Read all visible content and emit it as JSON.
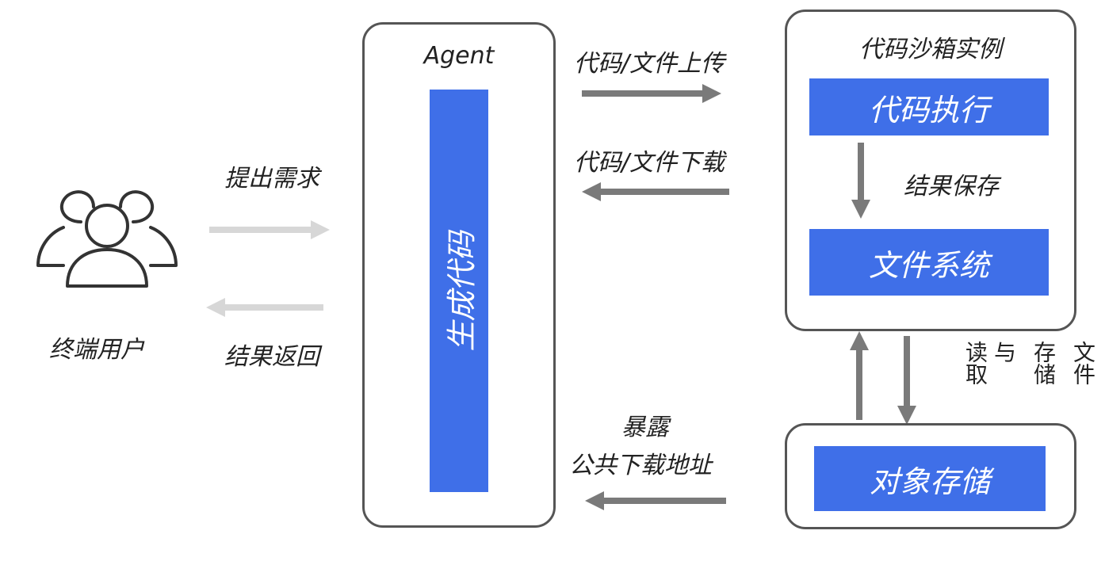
{
  "end_user": {
    "label": "终端用户"
  },
  "arrows": {
    "submit_request": "提出需求",
    "return_result": "结果返回",
    "upload": "代码/文件上传",
    "download": "代码/文件下载",
    "save_result": "结果保存",
    "expose_line1": "暴露",
    "expose_line2": "公共下载地址",
    "storage_rw": [
      "文件",
      "存储",
      "与",
      "读取"
    ]
  },
  "agent": {
    "title": "Agent",
    "bar_label": "生成代码"
  },
  "sandbox": {
    "title": "代码沙箱实例",
    "exec_label": "代码执行",
    "fs_label": "文件系统"
  },
  "object_storage": {
    "label": "对象存储"
  },
  "colors": {
    "blue": "#3f6fe8",
    "dark_arrow": "#7a7a7a",
    "light_arrow": "#d7d7d7",
    "border": "#555555"
  }
}
